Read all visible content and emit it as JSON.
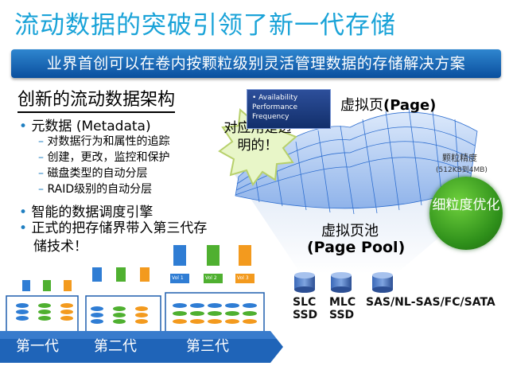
{
  "title": "流动数据的突破引领了新一代存储",
  "subtitle": "业界首创可以在卷内按颗粒级别灵活管理数据的存储解决方案",
  "architecture": {
    "heading": "创新的流动数据架构",
    "bullets": [
      {
        "text": "元数据 (Metadata)",
        "sub": [
          "对数据行为和属性的追踪",
          "创建，更改，监控和保护",
          "磁盘类型的自动分层",
          "RAID级别的自动分层"
        ]
      },
      {
        "text": "智能的数据调度引擎",
        "sub": []
      },
      {
        "text": "正式的把存储界带入第三代存储技术！",
        "sub": []
      }
    ]
  },
  "callout": "对应用是透明的！",
  "attributes_box": [
    "• Availability",
    "Performance",
    "Frequency"
  ],
  "virtual_page": {
    "cn": "虚拟页",
    "en": "(Page)"
  },
  "granularity": {
    "label": "颗粒精度",
    "range": "(512KB到4MB)",
    "badge": "细粒度优化"
  },
  "page_pool": {
    "cn": "虚拟页池",
    "en": "(Page Pool)"
  },
  "tiers": [
    {
      "line1": "SLC",
      "line2": "SSD"
    },
    {
      "line1": "MLC",
      "line2": "SSD"
    },
    {
      "line1": "SAS/NL-SAS/FC/SATA",
      "line2": ""
    }
  ],
  "generations": [
    "第一代",
    "第二代",
    "第三代"
  ],
  "volumes": [
    "Vol 1",
    "Vol 2",
    "Vol 3"
  ],
  "colors": {
    "title": "#1aa3d8",
    "bar": "#0a4f9e",
    "accent_blue": "#1f7fc1",
    "grid": "#2f6fd0",
    "green": "#3aa423",
    "orange": "#f39a1e"
  }
}
